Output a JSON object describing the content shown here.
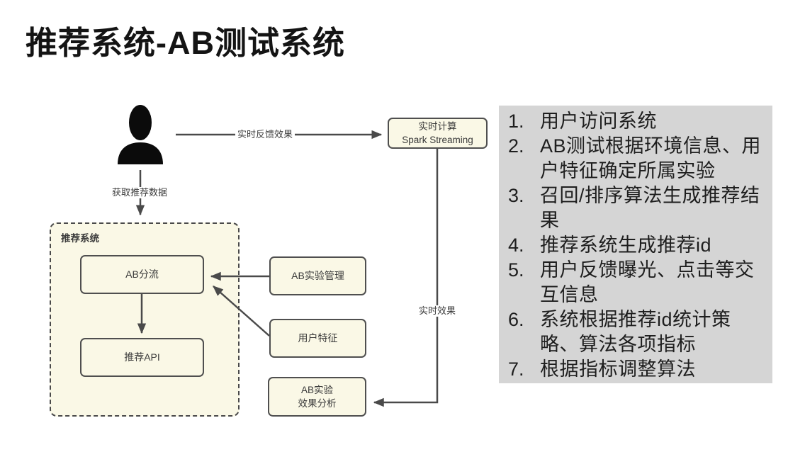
{
  "title": "推荐系统-AB测试系统",
  "diagram": {
    "nodes": {
      "spark_line1": "实时计算",
      "spark_line2": "Spark Streaming",
      "group_label": "推荐系统",
      "ab_split": "AB分流",
      "rec_api": "推荐API",
      "ab_exp_mgmt": "AB实验管理",
      "user_features": "用户特征",
      "ab_analysis_line1": "AB实验",
      "ab_analysis_line2": "效果分析"
    },
    "edge_labels": {
      "realtime_feedback": "实时反馈效果",
      "fetch_rec_data": "获取推荐数据",
      "realtime_effect": "实时效果"
    },
    "icons": {
      "user": "user-silhouette-icon"
    }
  },
  "steps_panel": {
    "items": [
      {
        "num": "1.",
        "text": "用户访问系统"
      },
      {
        "num": "2.",
        "text": "AB测试根据环境信息、用\n户特征确定所属实验"
      },
      {
        "num": "3.",
        "text": "召回/排序算法生成推荐结\n果"
      },
      {
        "num": "4.",
        "text": "推荐系统生成推荐id"
      },
      {
        "num": "5.",
        "text": "用户反馈曝光、点击等交\n互信息"
      },
      {
        "num": "6.",
        "text": "系统根据推荐id统计策\n略、算法各项指标"
      },
      {
        "num": "7.",
        "text": "根据指标调整算法"
      }
    ]
  },
  "colors": {
    "box_fill": "#faf8e6",
    "box_border": "#4f4f4f",
    "arrow": "#4a4a4a",
    "panel_bg": "#d5d5d5",
    "title_text": "#141414",
    "body_text": "#1e1e1e"
  }
}
